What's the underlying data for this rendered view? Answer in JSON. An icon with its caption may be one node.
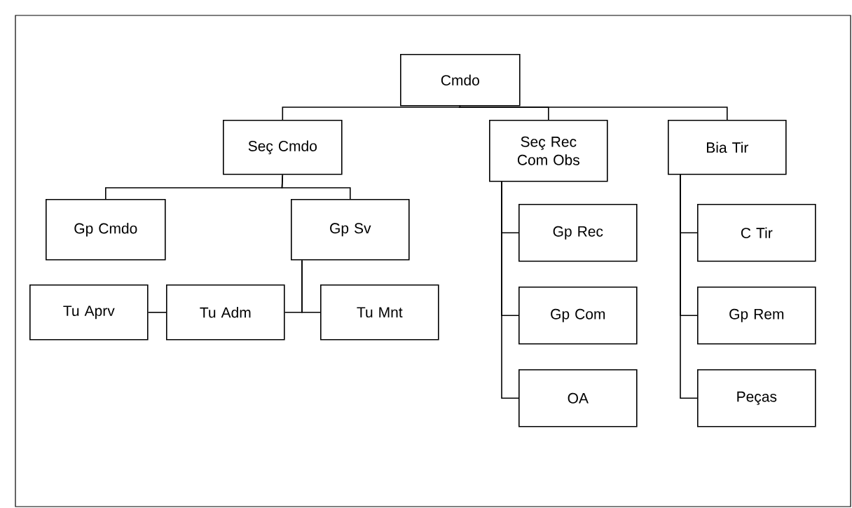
{
  "diagram": {
    "nodes": [
      {
        "text": [
          "Cmdo"
        ]
      },
      {
        "text": [
          "Seç Cmdo"
        ]
      },
      {
        "text": [
          "Seç Rec Com Obs"
        ]
      },
      {
        "text": [
          "Bia Tir"
        ]
      },
      {
        "text": [
          "Gp Cmdo"
        ]
      },
      {
        "text": [
          "Gp Sv"
        ]
      },
      {
        "text": [
          "Tu Aprv"
        ]
      },
      {
        "text": [
          "Tu Adm"
        ]
      },
      {
        "text": [
          "Tu Mnt"
        ]
      },
      {
        "text": [
          "Gp Rec"
        ]
      },
      {
        "text": [
          "Gp Com"
        ]
      },
      {
        "text": [
          "OA"
        ]
      },
      {
        "text": [
          "C Tir"
        ]
      },
      {
        "text": [
          "Gp Rem"
        ]
      },
      {
        "text": [
          "Peças"
        ]
      }
    ],
    "edges": [
      {
        "from": 0,
        "to": 1,
        "arrow": "none"
      },
      {
        "from": 0,
        "to": 2,
        "arrow": "none"
      },
      {
        "from": 0,
        "to": 3,
        "arrow": "none"
      },
      {
        "from": 1,
        "to": 4,
        "arrow": "none"
      },
      {
        "from": 1,
        "to": 5,
        "arrow": "none"
      },
      {
        "from": 5,
        "to": 7,
        "arrow": "none"
      },
      {
        "from": 5,
        "to": 8,
        "arrow": "none"
      },
      {
        "from": 6,
        "to": 7,
        "arrow": "none"
      },
      {
        "from": 2,
        "to": 9,
        "arrow": "none"
      },
      {
        "from": 2,
        "to": 10,
        "arrow": "none"
      },
      {
        "from": 2,
        "to": 11,
        "arrow": "none"
      },
      {
        "from": 3,
        "to": 12,
        "arrow": "none"
      },
      {
        "from": 3,
        "to": 13,
        "arrow": "none"
      },
      {
        "from": 3,
        "to": 14,
        "arrow": "none"
      }
    ]
  }
}
